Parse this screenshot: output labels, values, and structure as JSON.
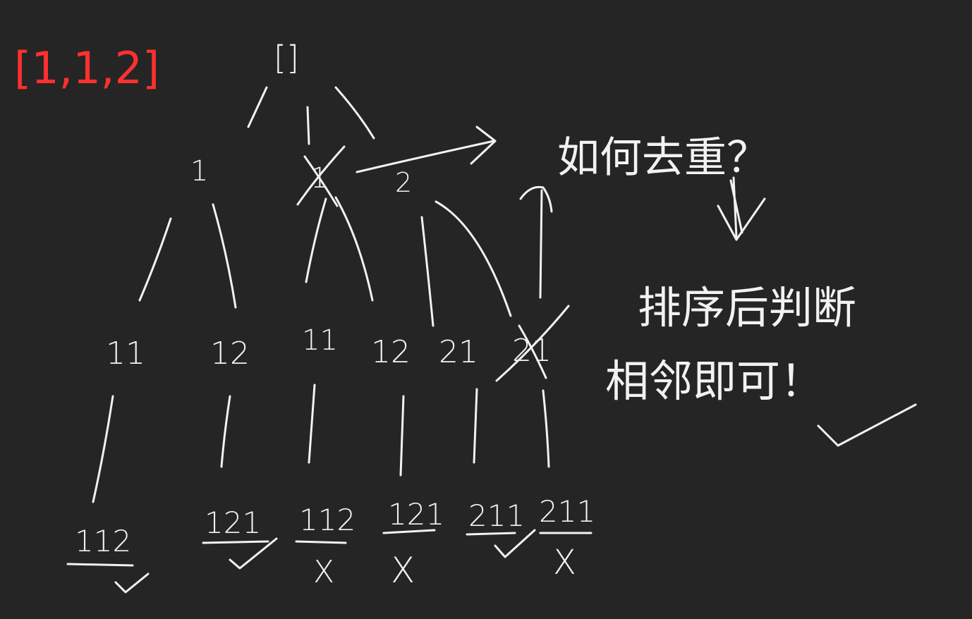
{
  "input_array": "[1,1,2]",
  "root": "[]",
  "level1": [
    "1",
    "1",
    "2"
  ],
  "level2": [
    "11",
    "12",
    "11",
    "12",
    "21",
    "21"
  ],
  "leaves": [
    "112",
    "121",
    "112",
    "121",
    "211",
    "211"
  ],
  "arrow_label": "2",
  "question": "如何去重？",
  "answer_line1": "排序后判断",
  "answer_line2": "相邻即可！",
  "marks": {
    "check": "✓",
    "cross": "X"
  }
}
